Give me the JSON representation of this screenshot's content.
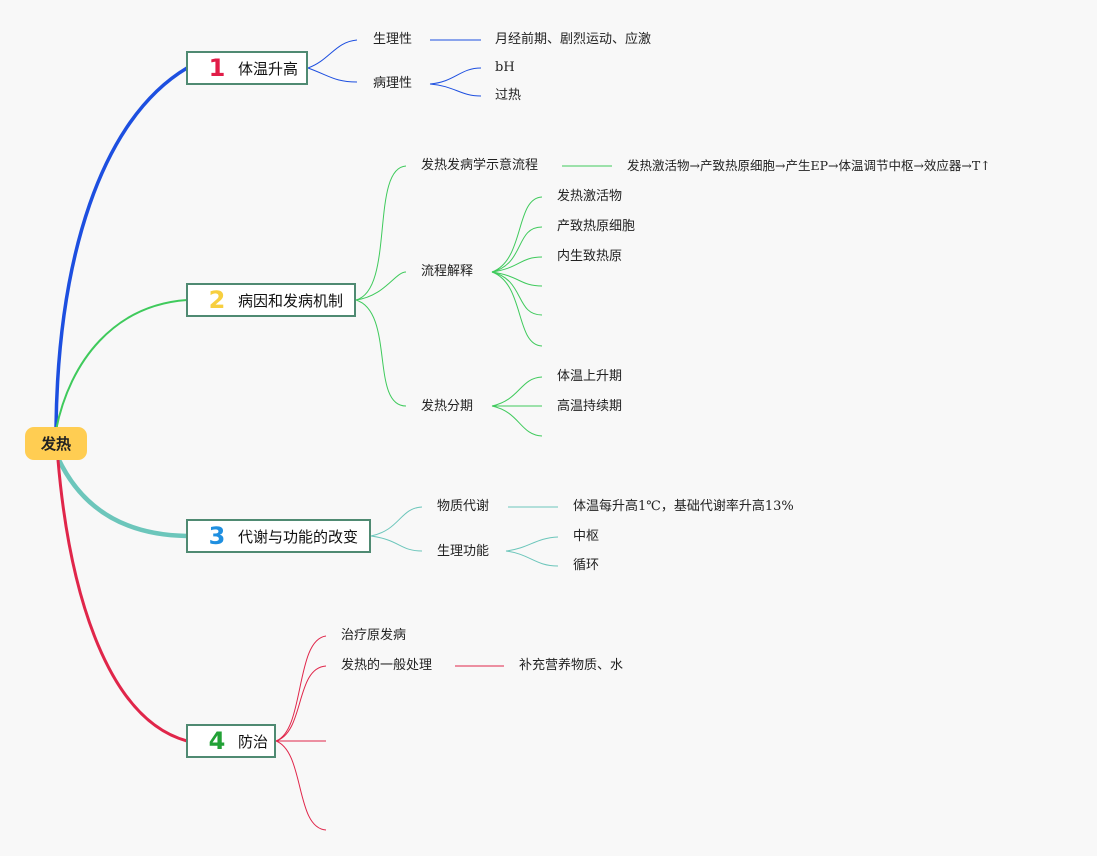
{
  "root": {
    "label": "发热"
  },
  "branches": {
    "b1": {
      "num": "1",
      "num_color": "#e11d48",
      "color": "#1d4fe0",
      "label": "体温升高",
      "children": [
        {
          "label": "生理性",
          "detail": "月经前期、剧烈运动、应激"
        },
        {
          "label": "病理性",
          "items": [
            "bH",
            "过热"
          ]
        }
      ]
    },
    "b2": {
      "num": "2",
      "num_color": "#f7cf3f",
      "color": "#3fca5c",
      "label": "病因和发病机制",
      "children": [
        {
          "label": "发热发病学示意流程",
          "detail": "发热激活物→产致热原细胞→产生EP→体温调节中枢→效应器→T↑"
        },
        {
          "label": "流程解释",
          "items": [
            "发热激活物",
            "产致热原细胞",
            "内生致热原",
            "",
            "",
            ""
          ]
        },
        {
          "label": "发热分期",
          "items": [
            "体温上升期",
            "高温持续期",
            ""
          ]
        }
      ]
    },
    "b3": {
      "num": "3",
      "num_color": "#1f8fe0",
      "color": "#6cc6bb",
      "label": "代谢与功能的改变",
      "children": [
        {
          "label": "物质代谢",
          "detail": "体温每升高1℃，基础代谢率升高13%"
        },
        {
          "label": "生理功能",
          "items": [
            "中枢",
            "循环"
          ]
        }
      ]
    },
    "b4": {
      "num": "4",
      "num_color": "#22a136",
      "color": "#e0264a",
      "label": "防治",
      "children": [
        {
          "label": "治疗原发病"
        },
        {
          "label": "发热的一般处理",
          "detail": "补充营养物质、水"
        },
        {
          "label": ""
        },
        {
          "label": ""
        }
      ]
    }
  }
}
